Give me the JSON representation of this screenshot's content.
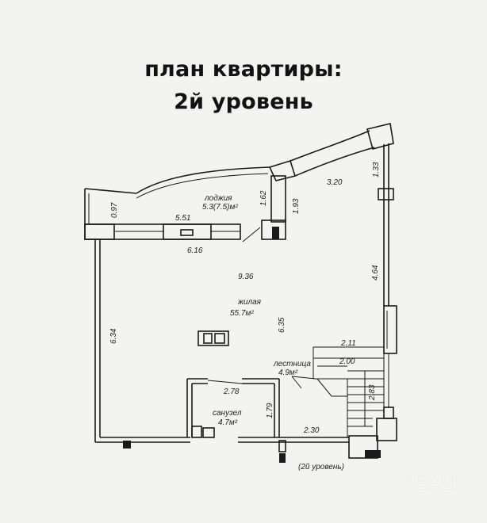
{
  "title": {
    "line1": "план квартиры:",
    "line2": "2й уровень"
  },
  "plan": {
    "loggia": {
      "name": "лоджия",
      "area": "5.3(7.5)м²"
    },
    "living": {
      "name": "жилая",
      "area": "55.7м²"
    },
    "stairs": {
      "name": "лестница",
      "area": "4.9м²"
    },
    "bathroom": {
      "name": "санузел",
      "area": "4.7м²"
    },
    "level_note": "(2й уровень)",
    "dimensions": {
      "d097": "0.97",
      "d551": "5.51",
      "d616": "6.16",
      "d162": "1.62",
      "d193": "1.93",
      "d320": "3.20",
      "d133": "1.33",
      "d464": "4.64",
      "d936": "9.36",
      "d634": "6.34",
      "d635": "6.35",
      "d211": "2.11",
      "d200": "2.00",
      "d283": "2.83",
      "d278": "2.78",
      "d179": "1.79",
      "d230": "2.30"
    }
  },
  "watermark": "REALT"
}
